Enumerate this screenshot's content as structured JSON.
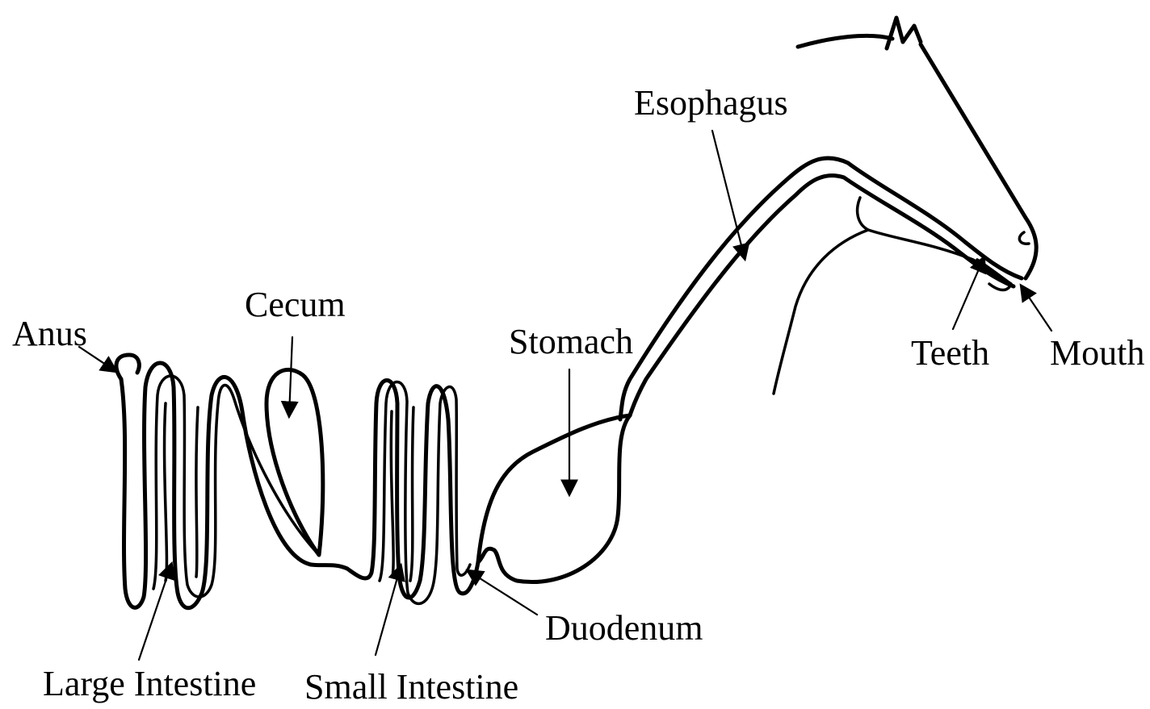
{
  "labels": {
    "esophagus": "Esophagus",
    "cecum": "Cecum",
    "anus": "Anus",
    "stomach": "Stomach",
    "teeth": "Teeth",
    "mouth": "Mouth",
    "duodenum": "Duodenum",
    "large_intestine": "Large Intestine",
    "small_intestine": "Small Intestine"
  }
}
